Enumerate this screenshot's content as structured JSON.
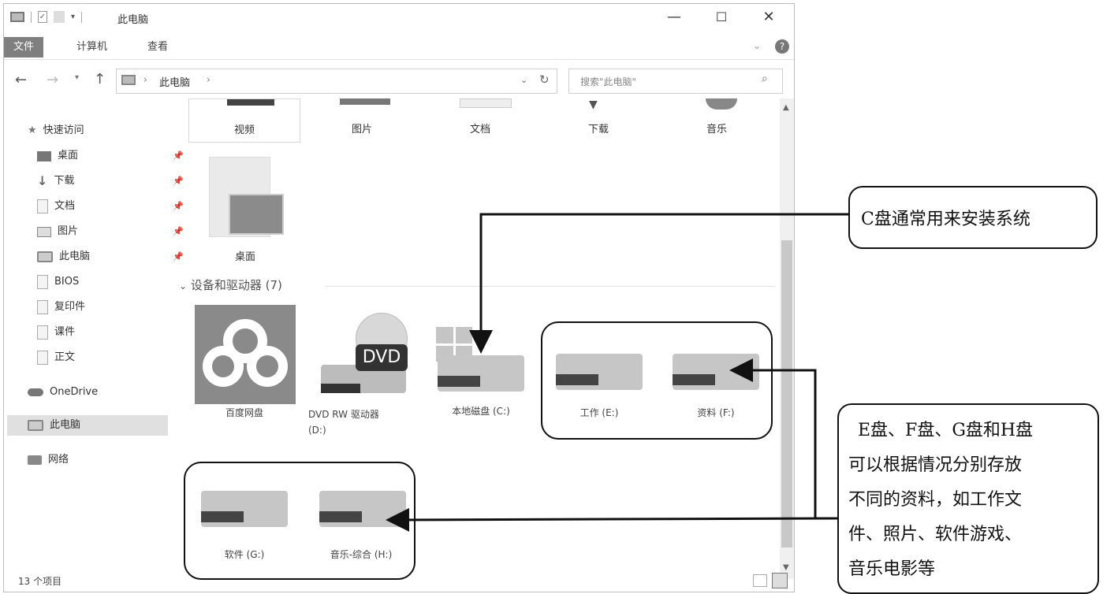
{
  "window": {
    "title": "此电脑",
    "controls": {
      "minimize": "—",
      "maximize": "☐",
      "close": "✕"
    }
  },
  "ribbon": {
    "tabs": [
      "文件",
      "计算机",
      "查看"
    ]
  },
  "address": {
    "path_root": "此电脑",
    "search_placeholder": "搜索\"此电脑\""
  },
  "nav": {
    "items": [
      {
        "label": "快速访问",
        "icon": "star-icon"
      },
      {
        "label": "桌面",
        "icon": "desktop-icon",
        "pinned": true
      },
      {
        "label": "下载",
        "icon": "download-icon",
        "pinned": true
      },
      {
        "label": "文档",
        "icon": "document-icon",
        "pinned": true
      },
      {
        "label": "图片",
        "icon": "picture-icon",
        "pinned": true
      },
      {
        "label": "此电脑",
        "icon": "pc-icon",
        "pinned": true
      },
      {
        "label": "BIOS",
        "icon": "folder-icon"
      },
      {
        "label": "复印件",
        "icon": "folder-icon"
      },
      {
        "label": "课件",
        "icon": "folder-icon"
      },
      {
        "label": "正文",
        "icon": "folder-icon"
      },
      {
        "label": "OneDrive",
        "icon": "cloud-icon"
      },
      {
        "label": "此电脑",
        "icon": "pc-icon",
        "selected": true
      },
      {
        "label": "网络",
        "icon": "network-icon"
      }
    ]
  },
  "folders": [
    "视频",
    "图片",
    "文档",
    "下载",
    "音乐",
    "桌面"
  ],
  "devices": {
    "section_title": "设备和驱动器 (7)",
    "items": [
      {
        "label": "百度网盘",
        "icon": "baidu-netdisk-icon"
      },
      {
        "label": "DVD RW 驱动器",
        "label2": "(D:)",
        "icon": "dvd-drive-icon"
      },
      {
        "label": "本地磁盘 (C:)",
        "icon": "system-drive-icon"
      },
      {
        "label": "工作 (E:)",
        "icon": "hard-drive-icon"
      },
      {
        "label": "资料 (F:)",
        "icon": "hard-drive-icon"
      },
      {
        "label": "软件 (G:)",
        "icon": "hard-drive-icon"
      },
      {
        "label": "音乐-综合 (H:)",
        "icon": "hard-drive-icon"
      }
    ]
  },
  "status": {
    "count": "13 个项目"
  },
  "dvd_badge": "DVD",
  "callouts": {
    "c_drive": "C盘通常用来安装系统",
    "other_drives": [
      "E盘、F盘、G盘和H盘",
      "可以根据情况分别存放",
      "不同的资料，如工作文",
      "件、照片、软件游戏、",
      "音乐电影等"
    ]
  },
  "colors": {
    "selected_bg": "#e0e0e0",
    "active_tab": "#7f7f7f",
    "baidu_bg": "#8a8a8a"
  }
}
